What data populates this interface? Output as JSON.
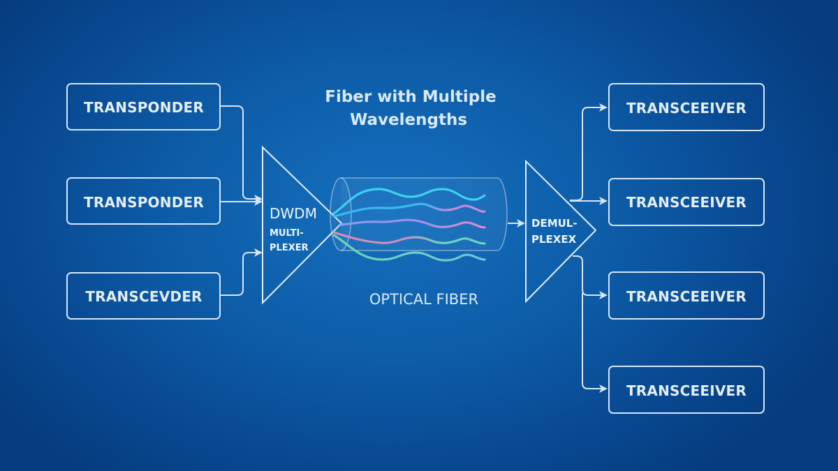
{
  "title": {
    "line1": "Fiber with Multiple",
    "line2": "Wavelengths"
  },
  "inputs": [
    {
      "label": "TRANSPONDER"
    },
    {
      "label": "TRANSPONDER"
    },
    {
      "label": "TRANSCEVDER"
    }
  ],
  "multiplexer": {
    "line1": "DWDM",
    "line2": "MULTI-",
    "line3": "PLEXER"
  },
  "fiber": {
    "label": "OPTICAL FIBER"
  },
  "demultiplexer": {
    "line1": "DEMUL-",
    "line2": "PLEXEX"
  },
  "outputs": [
    {
      "label": "TRANSCEEIVER"
    },
    {
      "label": "TRANSCEEIVER"
    },
    {
      "label": "TRANSCEEIVER"
    },
    {
      "label": "TRANSCEEIVER"
    }
  ],
  "wavelength_colors": [
    {
      "start": "#3fd0f0",
      "end": "#3fd0f0"
    },
    {
      "start": "#3ab8f2",
      "end": "#c58ae0"
    },
    {
      "start": "#8a9ef0",
      "end": "#e08ac8"
    },
    {
      "start": "#e08ab8",
      "end": "#6fd4c0"
    },
    {
      "start": "#6fd4b8",
      "end": "#6fc8d4"
    }
  ],
  "colors": {
    "background": "#0d5ca8",
    "stroke": "#d6e6f5",
    "text": "#e3eef9"
  }
}
